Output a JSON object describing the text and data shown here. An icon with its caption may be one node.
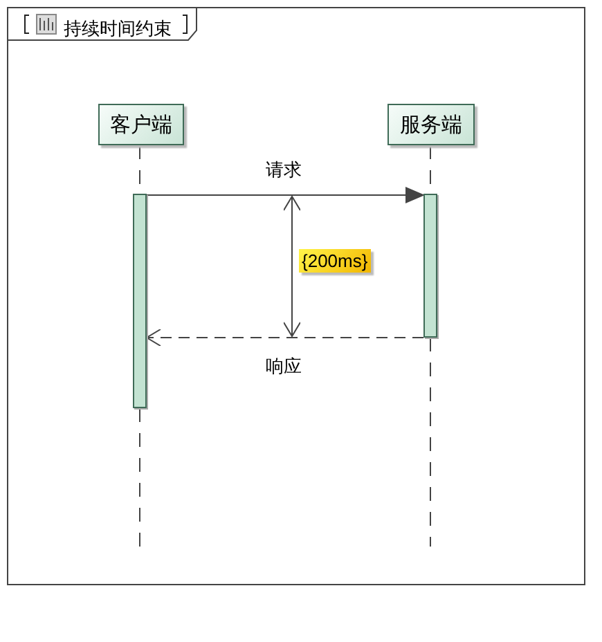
{
  "diagram": {
    "nodes": [
      {
        "text": [
          "持续时间约束"
        ]
      },
      {
        "text": [
          "客户端"
        ],
        "in": 0
      },
      {
        "text": [
          "服务端"
        ],
        "in": 0
      },
      {
        "text": [],
        "shape": "bar",
        "in": 0
      },
      {
        "text": [],
        "shape": "bar",
        "in": 0
      }
    ],
    "edges": [
      {
        "from": 1,
        "to": 3,
        "arrow": "none",
        "style": "dashed"
      },
      {
        "from": 2,
        "to": 4,
        "arrow": "none",
        "style": "dashed"
      },
      {
        "from": 3,
        "to": 4,
        "arrow": "to",
        "label": "请求"
      },
      {
        "from": 4,
        "to": 3,
        "arrow": "to",
        "label": "响应",
        "style": "dashed"
      },
      {
        "from": 3,
        "to": null,
        "arrow": "none",
        "style": "dashed"
      },
      {
        "from": 4,
        "to": null,
        "arrow": "none",
        "style": "dashed"
      }
    ],
    "labels": [
      "{200ms}"
    ]
  }
}
